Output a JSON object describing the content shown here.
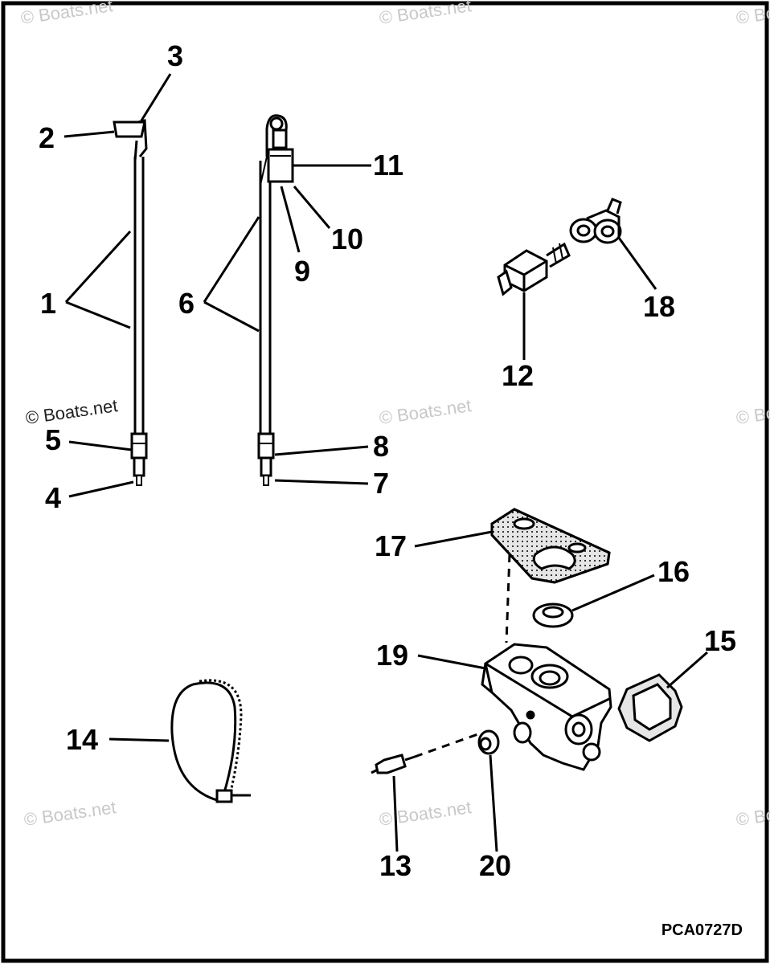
{
  "callouts": {
    "c1": "1",
    "c2": "2",
    "c3": "3",
    "c4": "4",
    "c5": "5",
    "c6": "6",
    "c7": "7",
    "c8": "8",
    "c9": "9",
    "c10": "10",
    "c11": "11",
    "c12": "12",
    "c13": "13",
    "c14": "14",
    "c15": "15",
    "c16": "16",
    "c17": "17",
    "c18": "18",
    "c19": "19",
    "c20": "20"
  },
  "watermark": "© Boats.net",
  "diagram_code": "PCA0727D"
}
